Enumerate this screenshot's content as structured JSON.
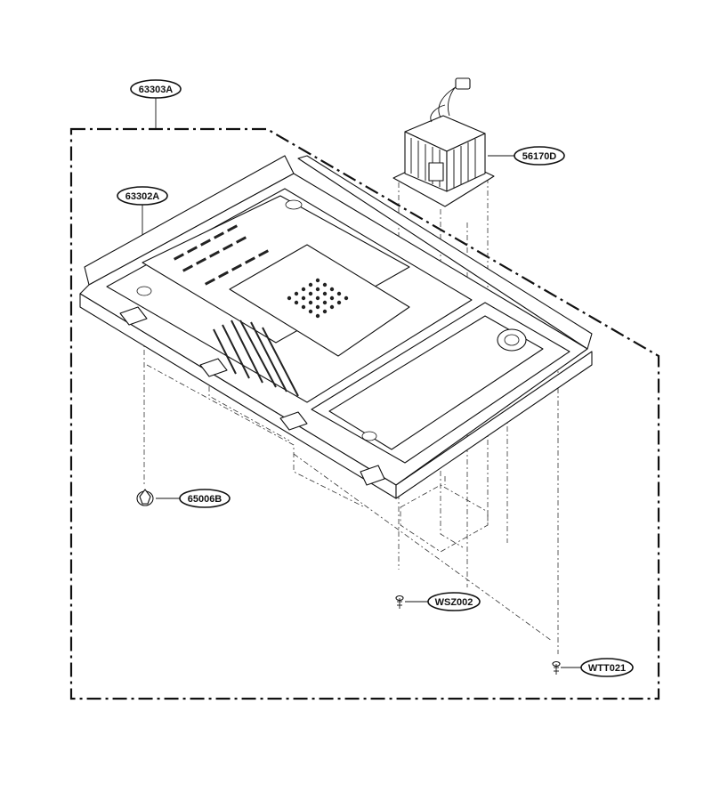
{
  "diagram": {
    "callouts": [
      {
        "id": "frame",
        "label": "63303A"
      },
      {
        "id": "plate",
        "label": "63302A"
      },
      {
        "id": "transformer",
        "label": "56170D"
      },
      {
        "id": "rivet",
        "label": "65006B"
      },
      {
        "id": "screw-a",
        "label": "WSZ002"
      },
      {
        "id": "screw-b",
        "label": "WTT021"
      }
    ]
  }
}
